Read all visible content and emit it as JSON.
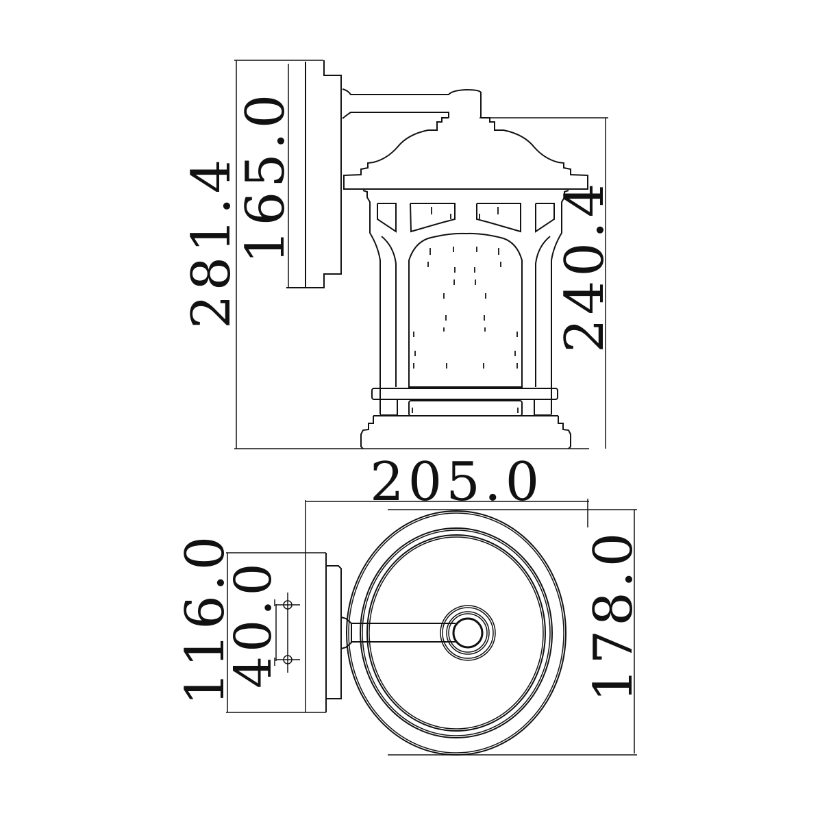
{
  "drawing": {
    "title": "Wall lantern dimension drawing",
    "line_color": "#111111",
    "background": "#ffffff",
    "units_shown": false
  },
  "side_view": {
    "overall_height_label": "281.4",
    "backplate_height_label": "165.0",
    "lantern_height_label": "240.4"
  },
  "top_view": {
    "overall_projection_label": "205.0",
    "backplate_width_label": "116.0",
    "mounting_hole_spacing_label": "40.0",
    "lantern_diameter_label": "178.0"
  }
}
